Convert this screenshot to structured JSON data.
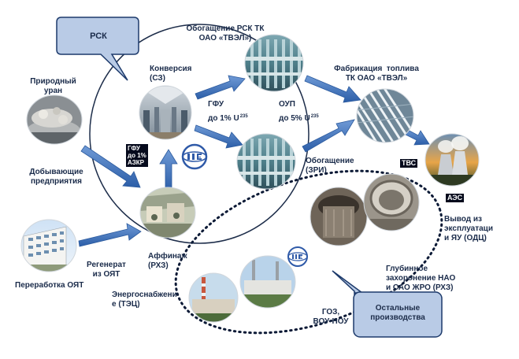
{
  "callouts": {
    "rsk": "РСК",
    "other": "Остальные\nпроизводства"
  },
  "labels": {
    "natural_uranium": "Природный\nуран",
    "mining": "Добывающие\nпредприятия",
    "conversion": "Конверсия\n(СЗ)",
    "enrichment_rsk": "Обогащение РСК ТК\nОАО «ТВЭЛ»)",
    "fuel_fabrication": "Фабрикация  топлива\nТК ОАО «ТВЭЛ»",
    "gfu": "ГФУ",
    "gfu_pct": "до 1% U",
    "oup": "ОУП",
    "oup_pct": "до 5% U",
    "isotope": "235",
    "enrichment_zri": "Обогащение\n(ЗРИ)",
    "affinage": "Аффинаж\n(РХЗ)",
    "regenerate": "Регенерат\nиз ОЯТ",
    "reprocessing": "Переработка ОЯТ",
    "power_supply": "Энергоснабжени\nе (ТЭЦ)",
    "decommission": "Вывод из\nэксплуатаци\nи ЯУ (ОДЦ)",
    "disposal": "Глубинное\nзахоронение НАО\nи САО ЖРО (РХЗ)",
    "goz": "ГОЗ,\nВОУ-НОУ"
  },
  "tags": {
    "azkr": "ГФУ\nдо 1%\nАЗКР",
    "tvs": "ТВС",
    "aes": "АЭС"
  },
  "colors": {
    "arrow": "#3b6fb6",
    "callout_fill": "#b9cbe6",
    "callout_stroke": "#1d3a6b",
    "text": "#1a2b4a"
  }
}
